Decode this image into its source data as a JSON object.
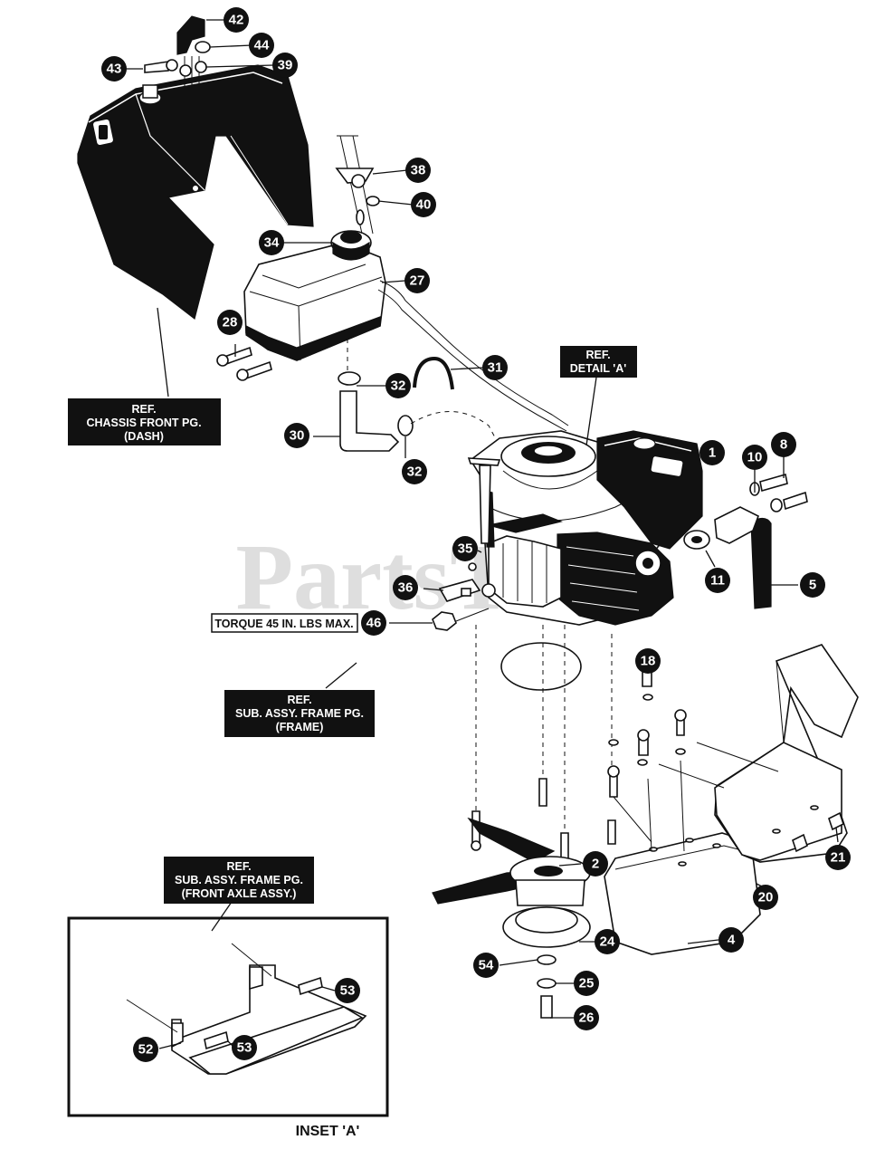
{
  "watermark": "PartsTree",
  "refs": {
    "chassis": [
      "REF.",
      "CHASSIS FRONT PG.",
      "(DASH)"
    ],
    "detail": [
      "REF.",
      "DETAIL 'A'"
    ],
    "frame": [
      "REF.",
      "SUB. ASSY. FRAME PG.",
      "(FRAME)"
    ],
    "axle": [
      "REF.",
      "SUB. ASSY. FRAME PG.",
      "(FRONT AXLE ASSY.)"
    ]
  },
  "torque": "TORQUE 45 IN. LBS MAX.",
  "inset_label": "INSET 'A'",
  "callouts": [
    "42",
    "44",
    "43",
    "39",
    "38",
    "40",
    "34",
    "27",
    "28",
    "31",
    "32",
    "30",
    "32",
    "1",
    "10",
    "8",
    "35",
    "11",
    "5",
    "36",
    "46",
    "18",
    "2",
    "21",
    "20",
    "24",
    "4",
    "54",
    "25",
    "26",
    "53",
    "52",
    "53"
  ]
}
